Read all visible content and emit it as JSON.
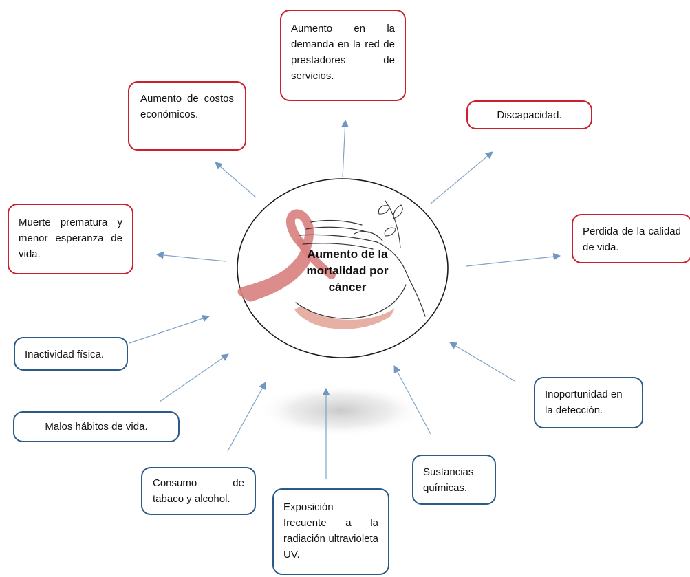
{
  "center": {
    "title": "Aumento de la mortalidad por cáncer"
  },
  "effects": [
    {
      "id": "demanda",
      "text": "Aumento en la demanda en la red de prestadores de servicios."
    },
    {
      "id": "costos",
      "text": "Aumento de costos económicos."
    },
    {
      "id": "discapacidad",
      "text": "Discapacidad."
    },
    {
      "id": "muerte",
      "text": "Muerte prematura y menor esperanza de vida."
    },
    {
      "id": "calidad",
      "text": "Perdida de la calidad de vida."
    }
  ],
  "causes": [
    {
      "id": "inactividad",
      "text": "Inactividad física."
    },
    {
      "id": "habitos",
      "text": "Malos hábitos de vida."
    },
    {
      "id": "tabaco",
      "text": "Consumo de tabaco y alcohol."
    },
    {
      "id": "exposicion",
      "text": "Exposición frecuente a la radiación ultravioleta UV."
    },
    {
      "id": "sustancias",
      "text": "Sustancias químicas."
    },
    {
      "id": "inoportunidad",
      "text": "Inoportunidad en la detección."
    }
  ],
  "colors": {
    "effect_border": "#cc1f2e",
    "cause_border": "#2b5a86",
    "arrow": "#7fa3c7",
    "ribbon": "#d9807f"
  },
  "icons": [
    "cancer-ribbon-icon",
    "hands-icon",
    "leaf-sprig-icon"
  ]
}
